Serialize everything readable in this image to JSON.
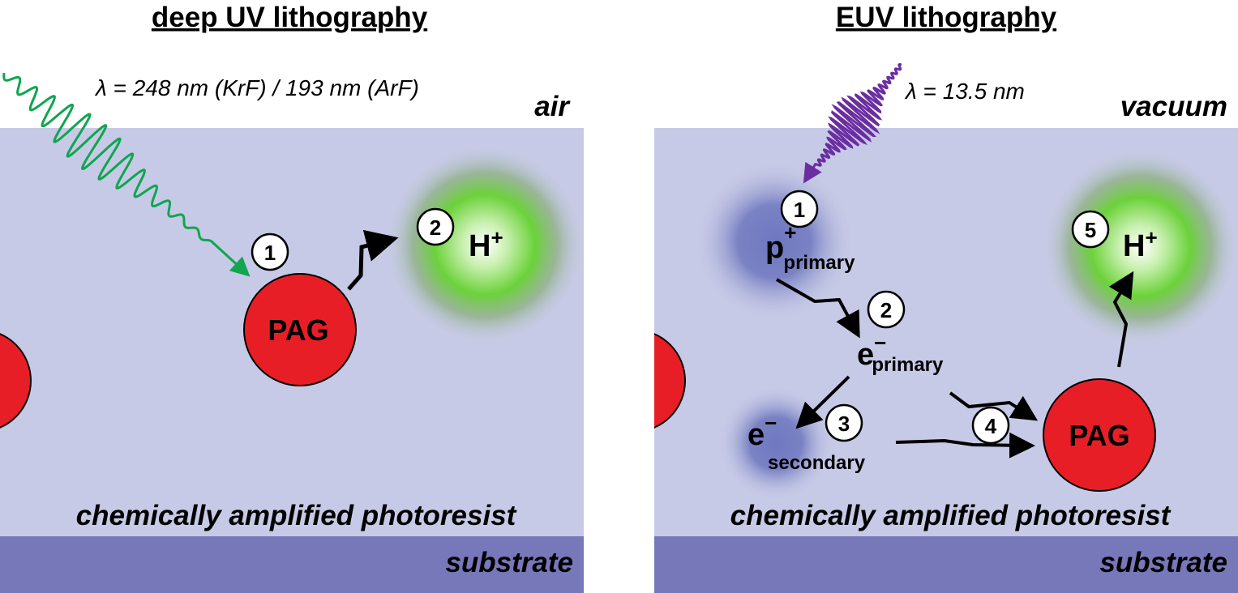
{
  "colors": {
    "resist": "#c7cae6",
    "substrate": "#7678b9",
    "pag_fill": "#e81e27",
    "green_glow": "#6bd23a",
    "blue_glow": "#6f78c0",
    "duv_wave": "#10a550",
    "euv_wave": "#6a2ea0",
    "arrow": "#000000"
  },
  "left": {
    "title": "deep UV lithography",
    "wavelength": "λ = 248 nm (KrF) / 193 nm (ArF)",
    "environment": "air",
    "resist_label": "chemically amplified photoresist",
    "substrate_label": "substrate",
    "pag_label": "PAG",
    "step1": "1",
    "step2": "2",
    "acid": "H",
    "acid_sup": "+"
  },
  "right": {
    "title": "EUV lithography",
    "wavelength": "λ = 13.5 nm",
    "environment": "vacuum",
    "resist_label": "chemically amplified photoresist",
    "substrate_label": "substrate",
    "pag_label": "PAG",
    "step1": "1",
    "step2": "2",
    "step3": "3",
    "step4": "4",
    "step5": "5",
    "photon": "p",
    "photon_sup": "+",
    "photon_sub": "primary",
    "electron": "e",
    "electron_sup": "−",
    "electron_sub": "primary",
    "secondary_electron": "e",
    "secondary_electron_sup": "−",
    "secondary_label": "secondary",
    "acid": "H",
    "acid_sup": "+"
  }
}
